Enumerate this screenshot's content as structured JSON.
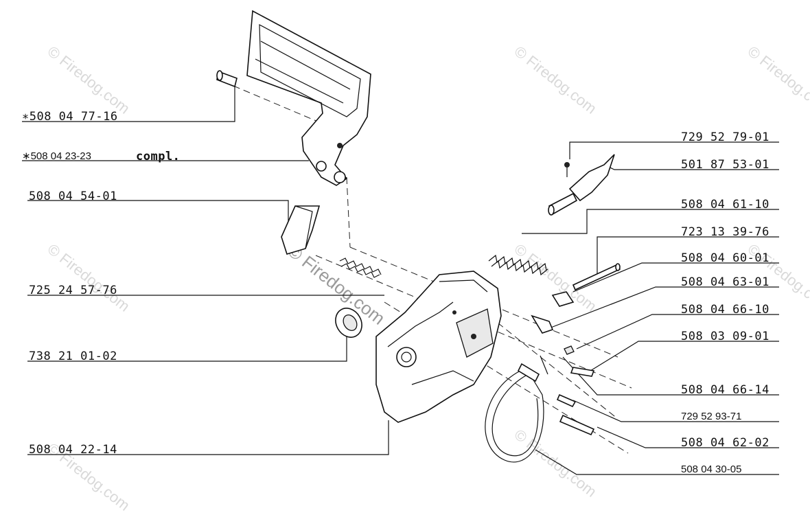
{
  "watermarks": {
    "main": "© Firedog.com",
    "tiles": [
      "© Firedog.com",
      "© Firedog.com",
      "© Firedog.com",
      "© Firedog.com",
      "© Firedog.com",
      "© Firedog.com",
      "© Firedog.com",
      "© Firedog.com",
      "© Firedog.com"
    ]
  },
  "labels": {
    "left": [
      {
        "text": "∗508 04 77-16"
      },
      {
        "text": "∗508 04 23-23",
        "suffix": "compl."
      },
      {
        "text": "508 04 54-01"
      },
      {
        "text": "725 24 57-76"
      },
      {
        "text": "738 21 01-02"
      },
      {
        "text": "508 04 22-14"
      }
    ],
    "right": [
      {
        "text": "729 52 79-01"
      },
      {
        "text": "501 87 53-01"
      },
      {
        "text": "508 04 61-10"
      },
      {
        "text": "723 13 39-76"
      },
      {
        "text": "508 04 60-01"
      },
      {
        "text": "508 04 63-01"
      },
      {
        "text": "508 04 66-10"
      },
      {
        "text": "508 03 09-01"
      },
      {
        "text": "508 04 66-14"
      },
      {
        "text": "729 52 93-71"
      },
      {
        "text": "508 04 62-02"
      },
      {
        "text": "508 04 30-05"
      }
    ]
  }
}
